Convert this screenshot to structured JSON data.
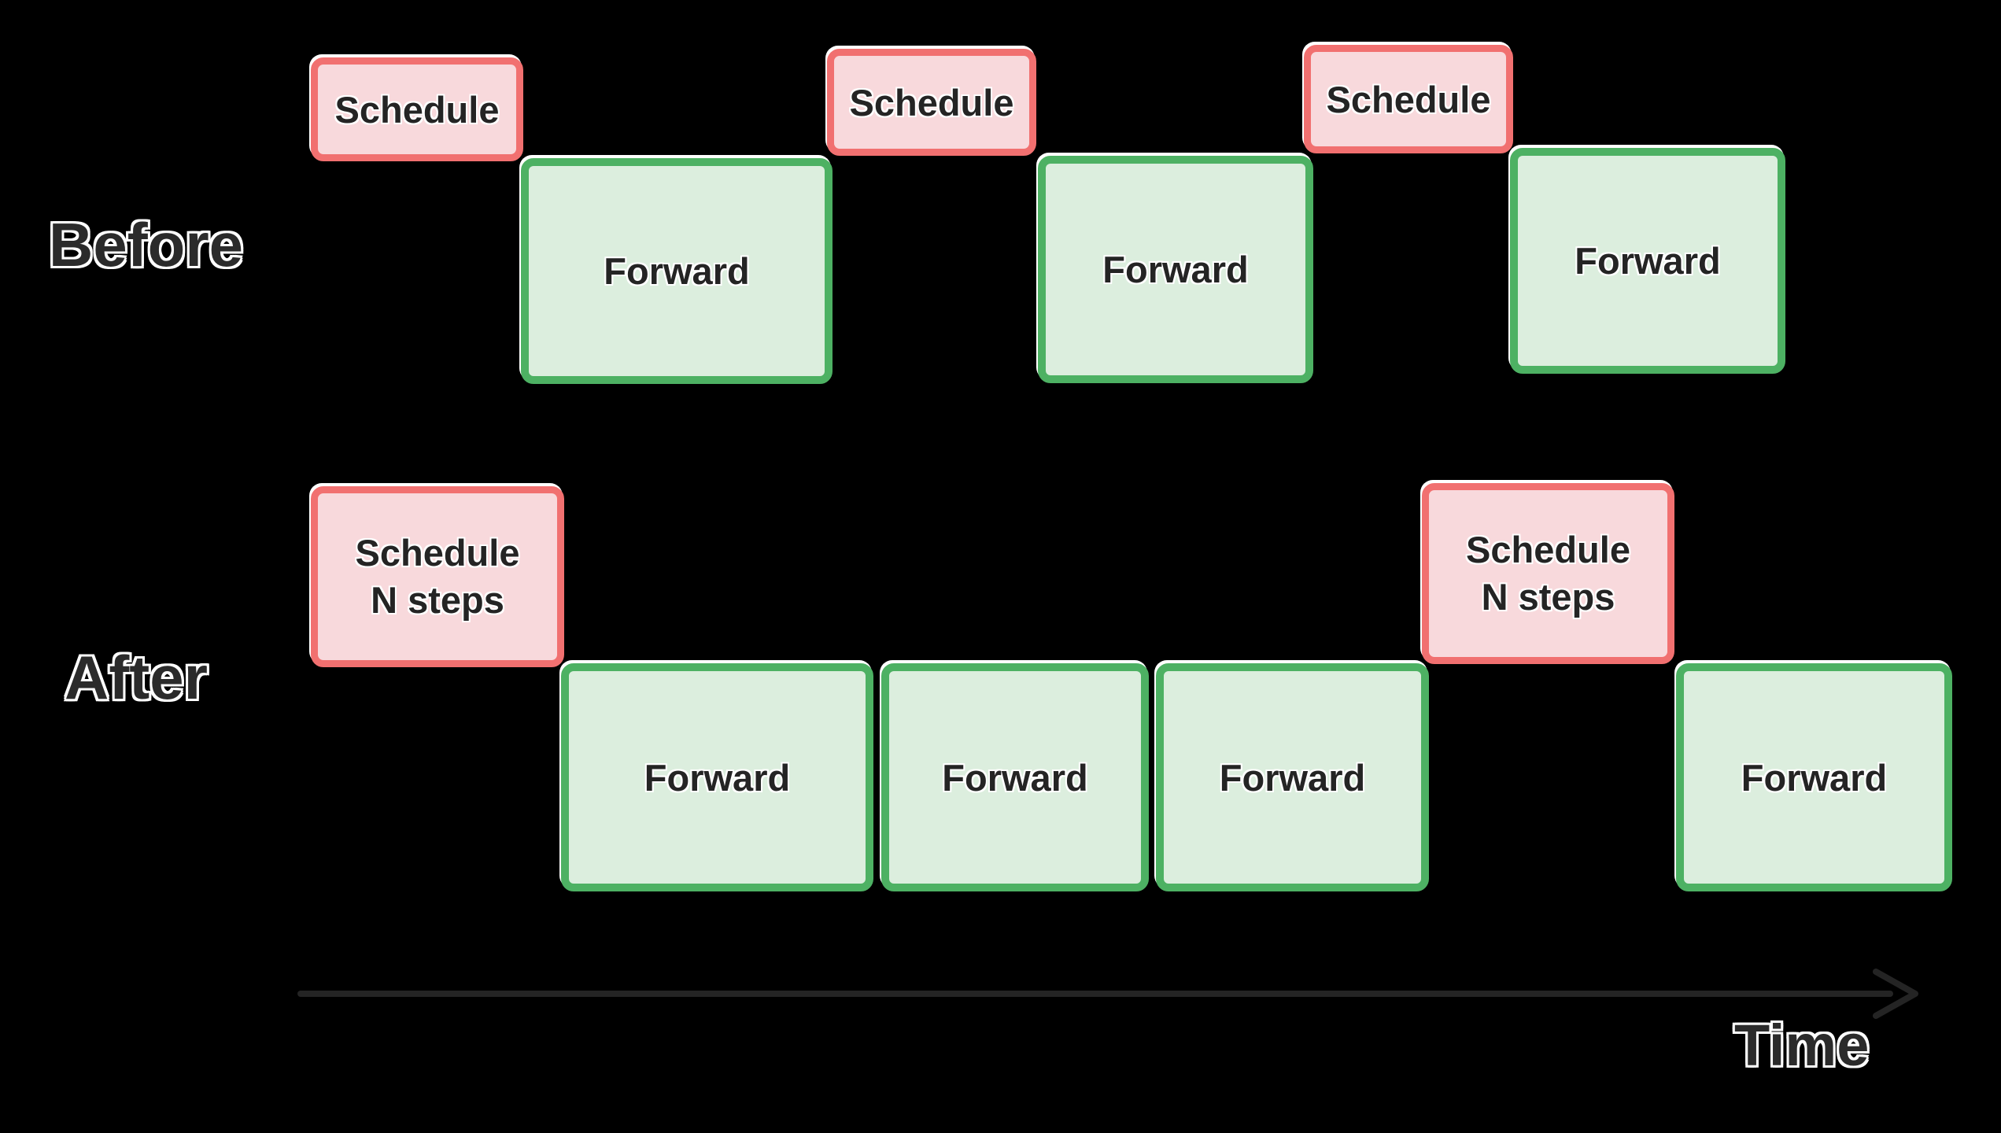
{
  "rows": [
    {
      "label": "Before",
      "boxes": [
        {
          "type": "schedule",
          "label": "Schedule"
        },
        {
          "type": "forward",
          "label": "Forward"
        },
        {
          "type": "schedule",
          "label": "Schedule"
        },
        {
          "type": "forward",
          "label": "Forward"
        },
        {
          "type": "schedule",
          "label": "Schedule"
        },
        {
          "type": "forward",
          "label": "Forward"
        }
      ]
    },
    {
      "label": "After",
      "boxes": [
        {
          "type": "schedule",
          "label_line1": "Schedule",
          "label_line2": "N steps"
        },
        {
          "type": "forward",
          "label": "Forward"
        },
        {
          "type": "forward",
          "label": "Forward"
        },
        {
          "type": "forward",
          "label": "Forward"
        },
        {
          "type": "schedule",
          "label_line1": "Schedule",
          "label_line2": "N steps"
        },
        {
          "type": "forward",
          "label": "Forward"
        }
      ]
    }
  ],
  "axis": {
    "label": "Time"
  },
  "colors": {
    "background": "#000000",
    "schedule_fill": "#f8d9dc",
    "schedule_border": "#f17070",
    "forward_fill": "#dceede",
    "forward_border": "#4db163",
    "box_text": "#242424",
    "label_text": "#2b2b2b",
    "halo": "#ffffff",
    "arrow": "#242424"
  }
}
